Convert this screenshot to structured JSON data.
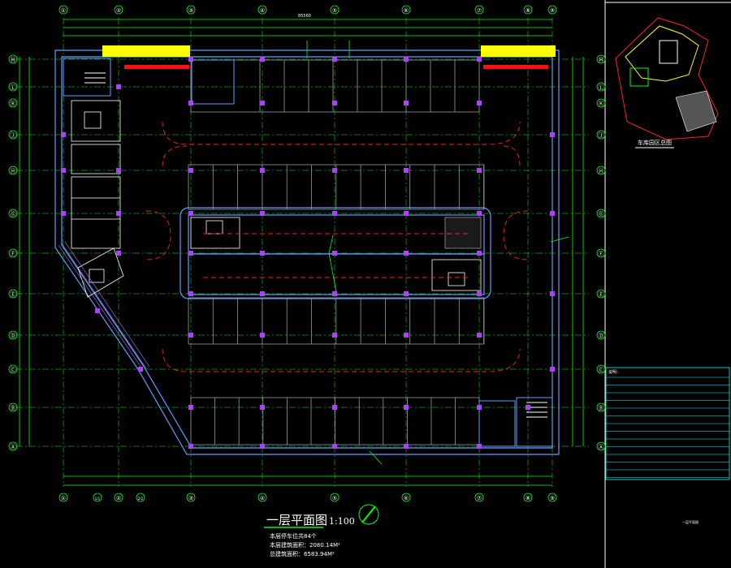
{
  "drawing": {
    "title": "一层平面图",
    "scale": "1:100",
    "notes": [
      "本层停车位共84个",
      "本层建筑面积：2080.14M²",
      "总建筑面积：6583.94M²"
    ],
    "total_dim": "85560"
  },
  "grid": {
    "columns": [
      "①",
      "②",
      "③",
      "④",
      "⑤",
      "⑥",
      "⑦",
      "⑧",
      "⑨"
    ],
    "bottom_columns": [
      "①",
      "1/1",
      "②",
      "2/2",
      "③",
      "④",
      "⑤",
      "⑥",
      "⑦",
      "⑧",
      "⑨"
    ],
    "rows": [
      "Ⓜ",
      "Ⓛ",
      "Ⓚ",
      "Ⓙ",
      "Ⓗ",
      "Ⓖ",
      "Ⓕ",
      "Ⓔ",
      "Ⓓ",
      "Ⓒ",
      "Ⓑ",
      "Ⓐ"
    ]
  },
  "site_plan": {
    "title": "车库园区总图"
  },
  "legend": {
    "title": "说明：",
    "block_label": "一层平面图"
  },
  "colors": {
    "background": "#000000",
    "wall": "#5aa0ff",
    "grid_line": "#00ff00",
    "red_line": "#ff2020",
    "column": "#b040ff",
    "text": "#ffffff",
    "yellow": "#ffff00",
    "cyan": "#00ffff",
    "gray": "#9a9a9a"
  }
}
